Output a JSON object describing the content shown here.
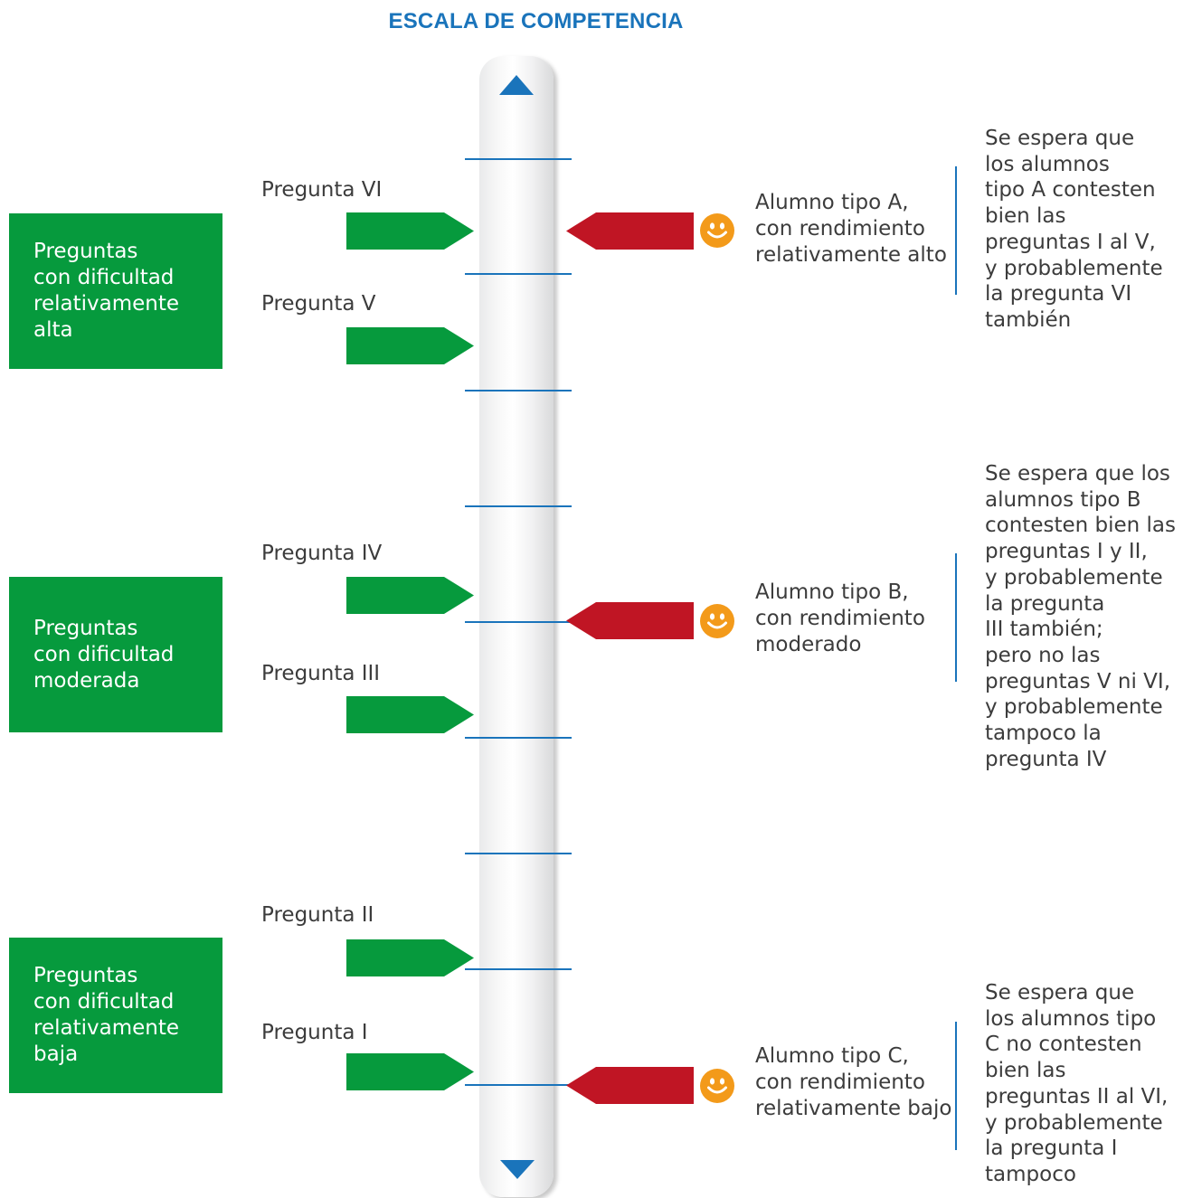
{
  "title": "ESCALA DE COMPETENCIA",
  "colors": {
    "accent_blue": "#1a74bb",
    "category_green": "#069a3d",
    "student_red": "#c01524",
    "smiley_orange": "#f39a1a"
  },
  "icons": {
    "scale_up": "triangle-up-icon",
    "scale_down": "triangle-down-icon",
    "student": "smiley-icon"
  },
  "categories": [
    {
      "lines": [
        "Preguntas",
        "con dificultad",
        "relativamente",
        "alta"
      ]
    },
    {
      "lines": [
        "Preguntas",
        "con dificultad",
        "moderada"
      ]
    },
    {
      "lines": [
        "Preguntas",
        "con dificultad",
        "relativamente",
        "baja"
      ]
    }
  ],
  "questions": [
    {
      "label": "Pregunta VI"
    },
    {
      "label": "Pregunta V"
    },
    {
      "label": "Pregunta IV"
    },
    {
      "label": "Pregunta III"
    },
    {
      "label": "Pregunta II"
    },
    {
      "label": "Pregunta I"
    }
  ],
  "students": [
    {
      "label_lines": [
        "Alumno tipo A,",
        "con rendimiento",
        "relativamente alto"
      ],
      "explanation_lines": [
        "Se espera que",
        "los alumnos",
        "tipo A contesten",
        "bien las",
        "preguntas I al V,",
        "y probablemente",
        "la pregunta VI",
        "también"
      ]
    },
    {
      "label_lines": [
        "Alumno tipo B,",
        "con rendimiento",
        "moderado"
      ],
      "explanation_lines": [
        "Se espera que los",
        "alumnos tipo B",
        "contesten bien las",
        "preguntas I y II,",
        "y probablemente",
        "la pregunta",
        "III también;",
        "pero no las",
        "preguntas V ni VI,",
        "y probablemente",
        "tampoco la",
        "pregunta IV"
      ]
    },
    {
      "label_lines": [
        "Alumno tipo C,",
        "con rendimiento",
        "relativamente bajo"
      ],
      "explanation_lines": [
        "Se espera que",
        "los alumnos tipo",
        "C no contesten",
        "bien las",
        "preguntas II al VI,",
        "y probablemente",
        "la pregunta I",
        "tampoco"
      ]
    }
  ]
}
